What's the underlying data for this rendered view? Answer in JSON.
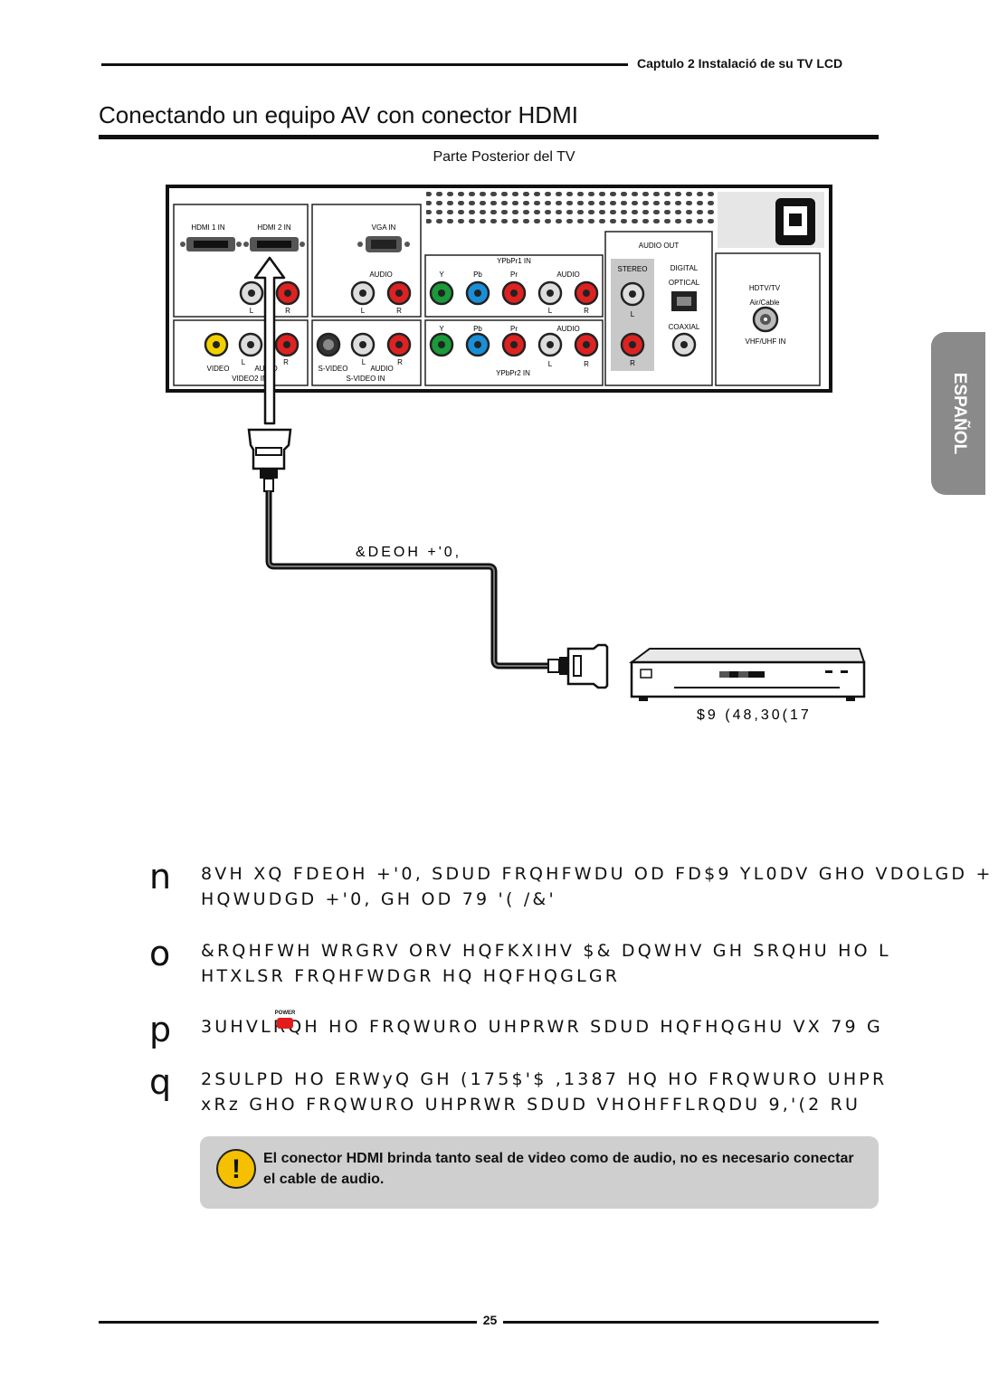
{
  "header": {
    "chapter": "Captulo 2 Instalació de su TV LCD"
  },
  "section": {
    "title": "Conectando un equipo AV con conector HDMI"
  },
  "diagram": {
    "caption": "Parte Posterior del TV",
    "panel": {
      "hdmi1": "HDMI 1 IN",
      "hdmi2": "HDMI 2 IN",
      "vga": "VGA IN",
      "audio": "AUDIO",
      "audio_caps": "AUDIO",
      "l": "L",
      "r": "R",
      "ypbpr1": "YPbPr1 IN",
      "ypbpr2": "YPbPr2 IN",
      "y": "Y",
      "pb": "Pb",
      "pr": "Pr",
      "audio_out": "AUDIO OUT",
      "stereo": "STEREO",
      "digital": "DIGITAL",
      "optical": "OPTICAL",
      "coaxial": "COAXIAL",
      "hdtv": "HDTV/TV",
      "aircable": "Air/Cable",
      "vhfuhf": "VHF/UHF IN",
      "video": "VIDEO",
      "video2in": "VIDEO2 IN",
      "svideo": "S-VIDEO",
      "svideoin": "S-VIDEO IN"
    },
    "cable_label": "&DEOH +'0,",
    "device_label": "$9 (48,30(17"
  },
  "side_tab": "ESPAÑOL",
  "steps": [
    {
      "num": "n",
      "line1": "8VH XQ FDEOH +'0, SDUD FRQHFWDU OD FD$9 YL0DV GHO VDOLGD +",
      "line2": "HQWUDGD +'0, GH OD 79 '( /&'"
    },
    {
      "num": "o",
      "line1": "&RQHFWH WRGRV ORV HQFKXIHV $& DQWHV GH SRQHU HO L",
      "line2": "HTXLSR FRQHFWDGR HQ HQFHQGLGR"
    },
    {
      "num": "p",
      "line1": "3UHVLRQH HO FRQWURO UHPRWR SDUD HQFHQGHU VX 79 G",
      "line2": ""
    },
    {
      "num": "q",
      "line1": "2SULPD HO ERWyQ GH (175$'$ ,1387 HQ HO FRQWURO UHPR",
      "line2": "xRz GHO FRQWURO UHPRWR SDUD VHOHFFLRQDU 9,'(2 RU"
    }
  ],
  "power_label": "POWER",
  "note": {
    "icon": "!",
    "text": "El conector HDMI brinda tanto seal de video como de audio, no es necesario conectar el cable de audio."
  },
  "footer": {
    "page": "25"
  }
}
